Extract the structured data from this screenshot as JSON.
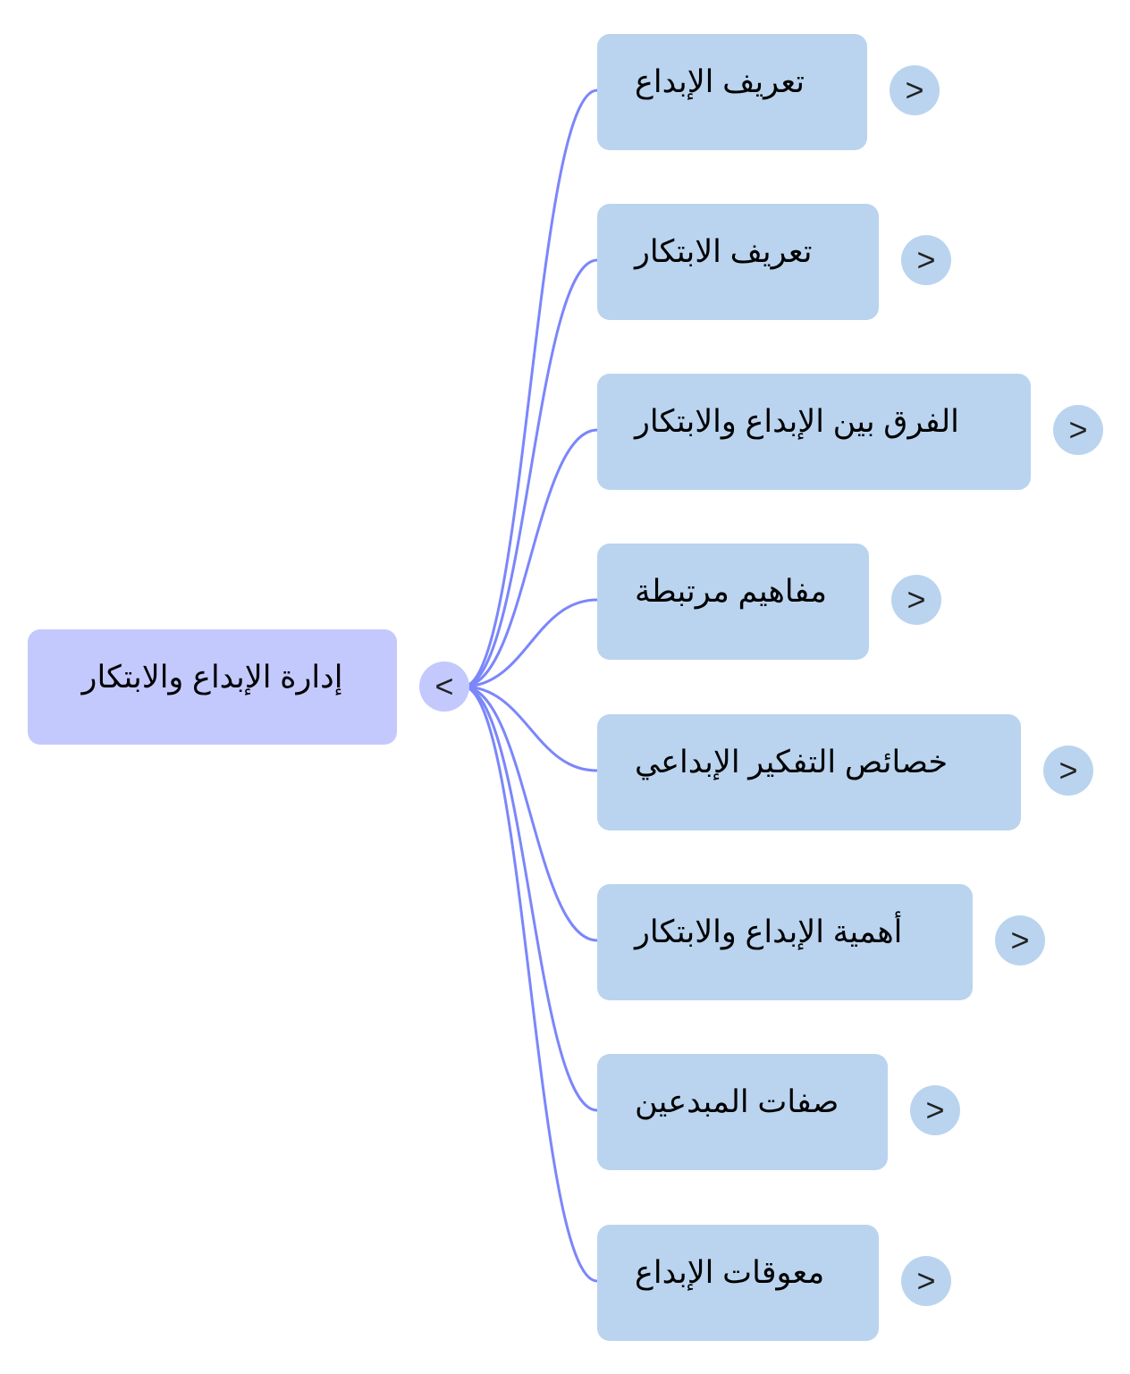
{
  "root": {
    "label": "إدارة الإبداع والابتكار",
    "toggle": "<"
  },
  "children": [
    {
      "label": "تعريف الإبداع",
      "toggle": ">"
    },
    {
      "label": "تعريف الابتكار",
      "toggle": ">"
    },
    {
      "label": "الفرق بين الإبداع والابتكار",
      "toggle": ">"
    },
    {
      "label": "مفاهيم مرتبطة",
      "toggle": ">"
    },
    {
      "label": "خصائص التفكير الإبداعي",
      "toggle": ">"
    },
    {
      "label": "أهمية الإبداع والابتكار",
      "toggle": ">"
    },
    {
      "label": "صفات المبدعين",
      "toggle": ">"
    },
    {
      "label": "معوقات الإبداع",
      "toggle": ">"
    }
  ],
  "colors": {
    "root": "#c3c9fd",
    "child": "#bad4ef",
    "link": "#7b86fb"
  }
}
